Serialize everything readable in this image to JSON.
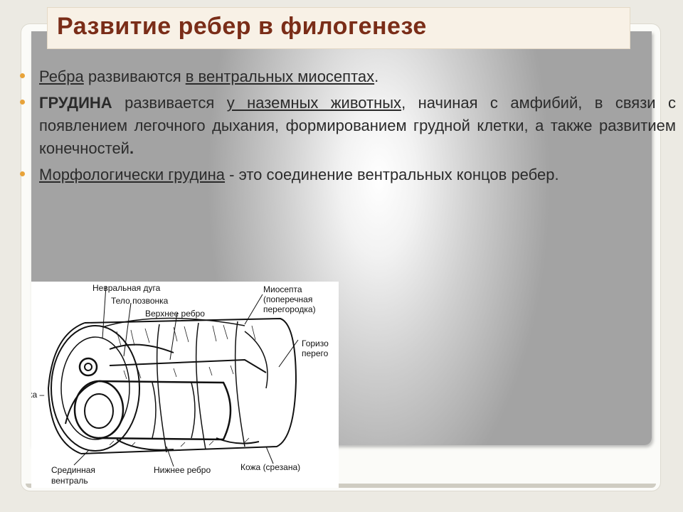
{
  "slide": {
    "title": "Развитие ребер в филогенезе",
    "bullets": [
      {
        "parts": [
          {
            "text": "Ребра",
            "underline": true,
            "bold": false
          },
          {
            "text": " развиваются ",
            "underline": false,
            "bold": false
          },
          {
            "text": "в вентральных миосептах",
            "underline": true,
            "bold": false
          },
          {
            "text": ".",
            "underline": false,
            "bold": false
          }
        ]
      },
      {
        "parts": [
          {
            "text": "ГРУДИНА",
            "underline": false,
            "bold": true
          },
          {
            "text": " развивается ",
            "underline": false,
            "bold": false
          },
          {
            "text": "у наземных животных",
            "underline": true,
            "bold": false
          },
          {
            "text": ", начиная с амфибий, в связи с появлением легочного дыхания, формированием грудной клетки, а также развитием конечностей",
            "underline": false,
            "bold": false
          },
          {
            "text": ".",
            "underline": false,
            "bold": true
          }
        ]
      },
      {
        "parts": [
          {
            "text": "Морфологически грудина",
            "underline": true,
            "bold": false
          },
          {
            "text": " - это соединение  вентральных  концов ребер.",
            "underline": false,
            "bold": false
          }
        ]
      }
    ]
  },
  "figure": {
    "labels": {
      "neural_arch": "Невральная дуга",
      "vertebra_body": "Тело позвонка",
      "upper_rib": "Верхнее ребро",
      "myosepta": "Миосепта",
      "myosepta_sub1": "(поперечная",
      "myosepta_sub2": "перегородка)",
      "horiz1": "Горизо",
      "horiz2": "перего",
      "left_cut": "ка –",
      "median1": "Срединная",
      "median2": "вентраль",
      "lower_rib": "Нижнее ребро",
      "skin": "Кожа (срезана)"
    }
  },
  "colors": {
    "title": "#7a2d18",
    "bullet": "#e8a33a",
    "text": "#2b2b2b"
  }
}
